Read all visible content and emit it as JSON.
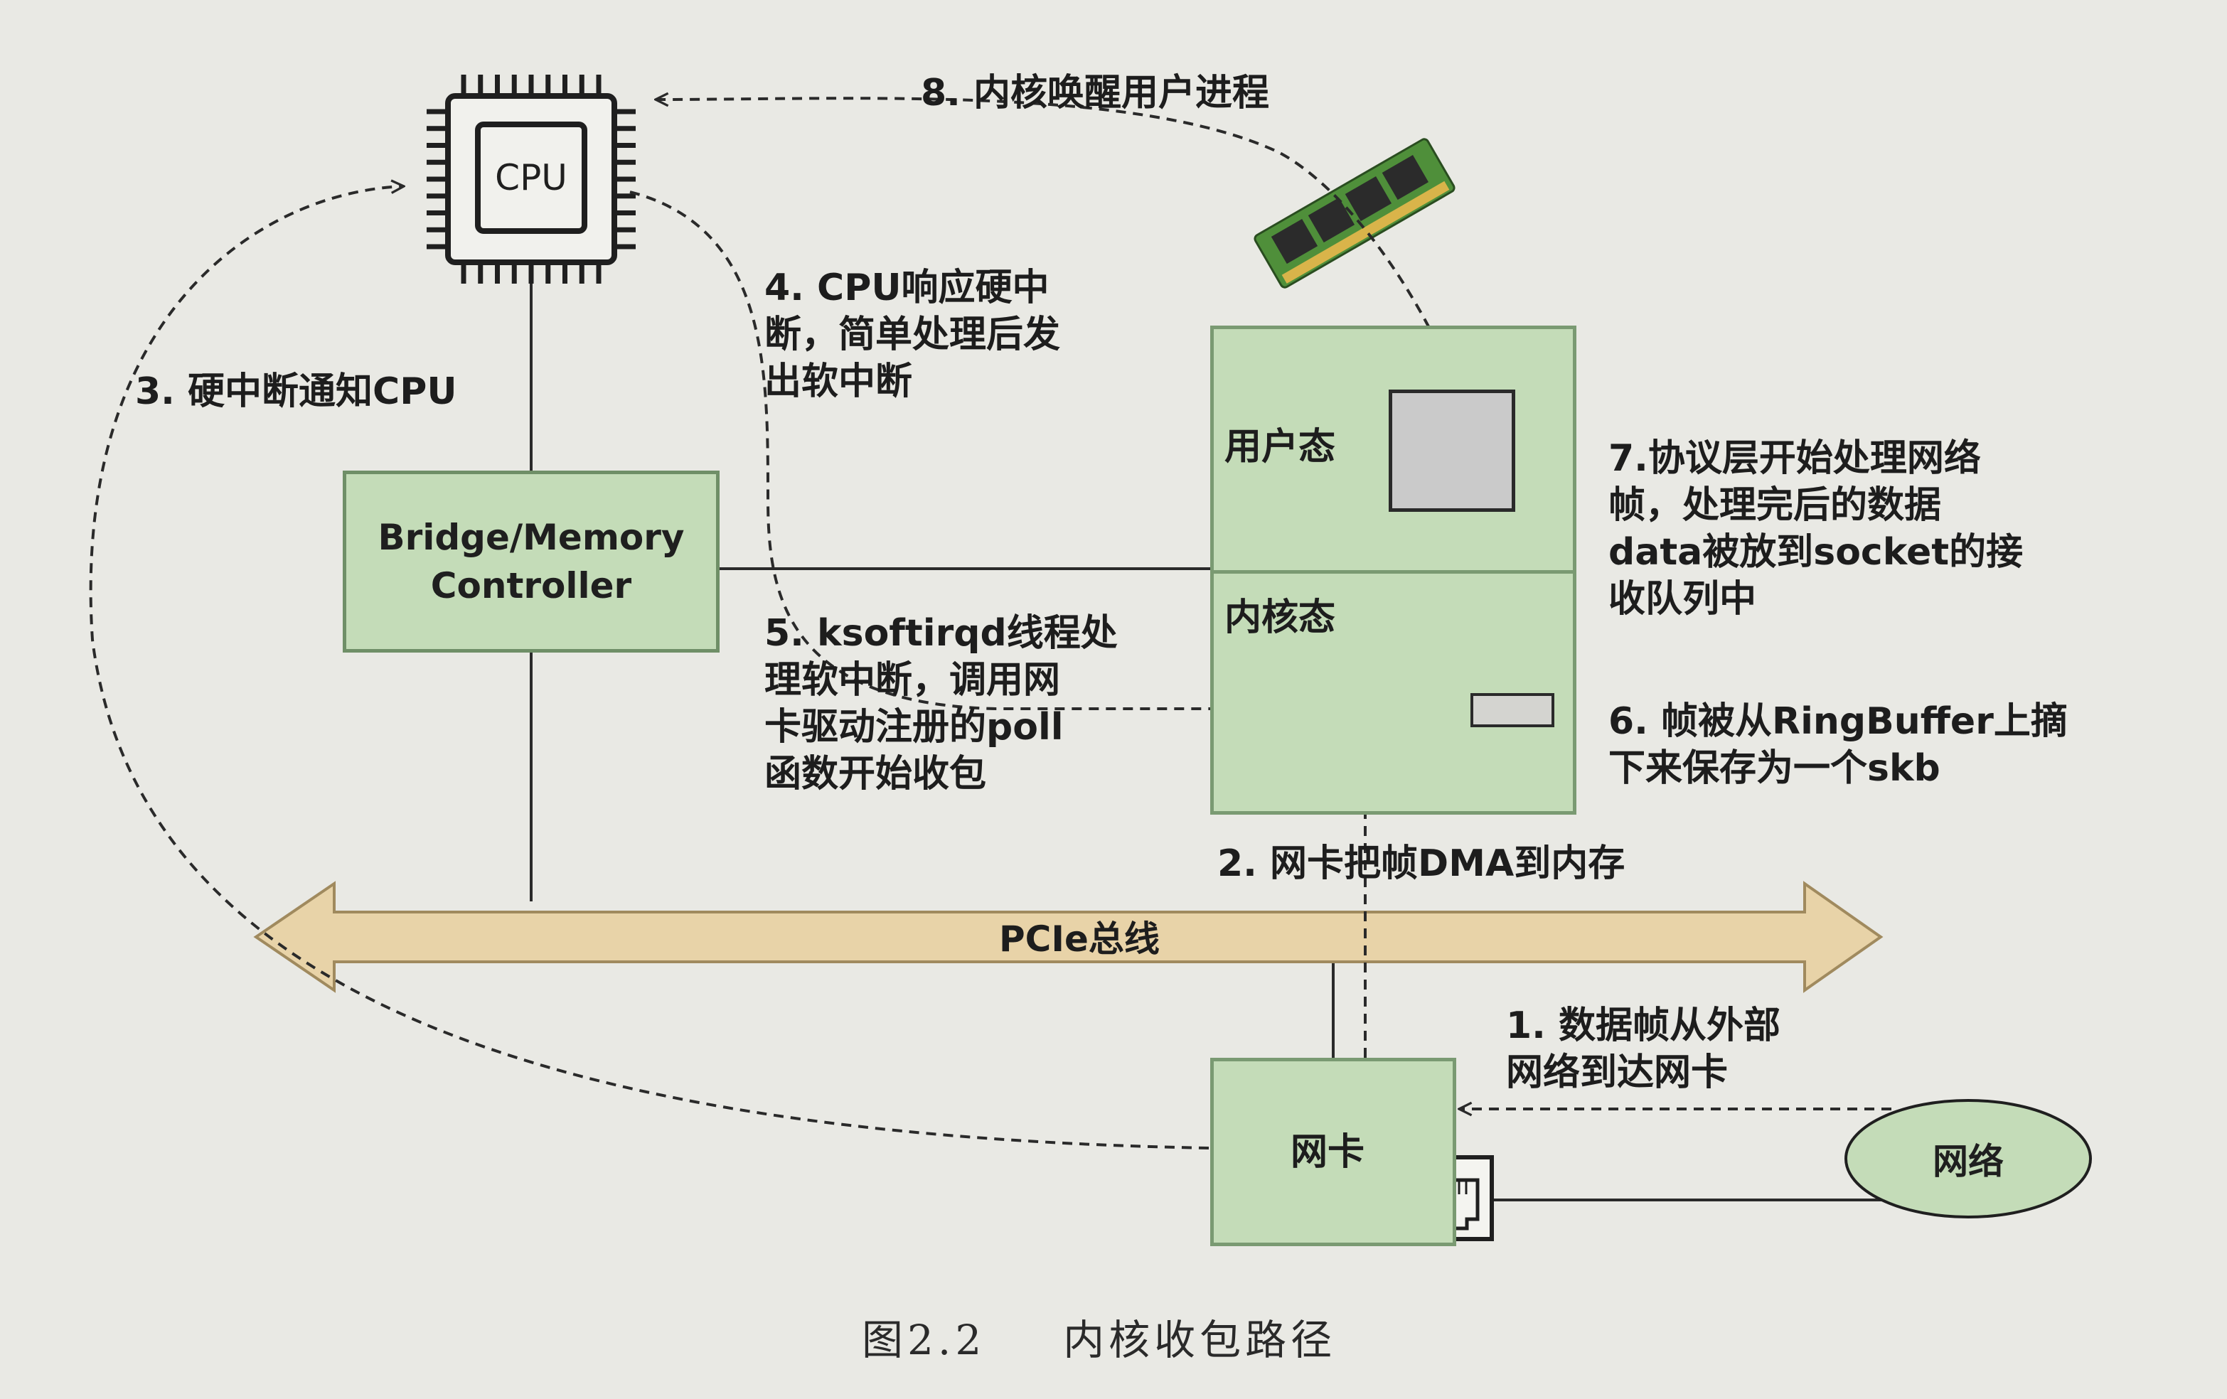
{
  "nodes": {
    "cpu": "CPU",
    "bridge": "Bridge/Memory\nController",
    "user_space": "用户态",
    "kernel_space": "内核态",
    "bus": "PCIe总线",
    "nic": "网卡",
    "network": "网络"
  },
  "steps": {
    "step1": "1. 数据帧从外部\n网络到达网卡",
    "step2": "2. 网卡把帧DMA到内存",
    "step3": "3. 硬中断通知CPU",
    "step4": "4. CPU响应硬中\n断，简单处理后发\n出软中断",
    "step5": "5. ksoftirqd线程处\n理软中断，调用网\n卡驱动注册的poll\n函数开始收包",
    "step6": "6. 帧被从RingBuffer上摘\n下来保存为一个skb",
    "step7": "7.协议层开始处理网络\n帧，处理完后的数据\ndata被放到socket的接\n收队列中",
    "step8": "8. 内核唤醒用户进程"
  },
  "caption": {
    "figure": "图2.2",
    "title": "内核收包路径"
  },
  "colors": {
    "box_fill": "#c4dcb8",
    "box_border": "#6f8f67",
    "bus_fill": "#e8d3a8",
    "bus_border": "#a08a5e",
    "background": "#e9e9e4"
  }
}
